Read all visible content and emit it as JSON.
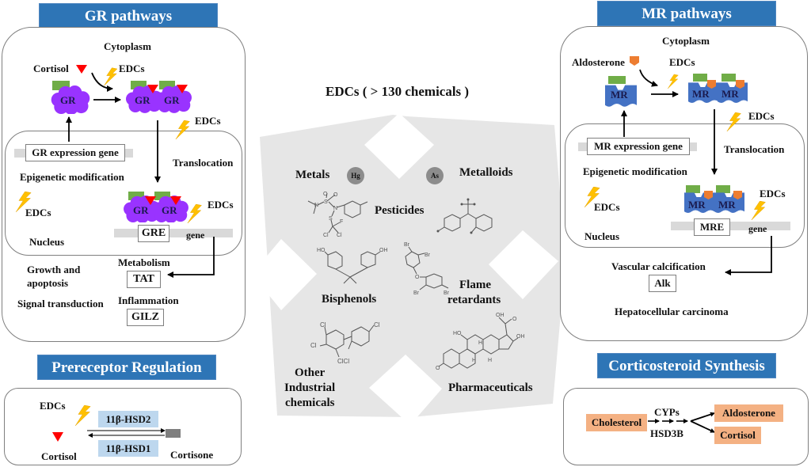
{
  "colors": {
    "banner_blue": "#2e75b6",
    "gr_purple": "#9933ff",
    "mr_blue": "#4472c4",
    "cofactor_green": "#70ad47",
    "cortisol_red": "#ff0000",
    "aldosterone_orange": "#ed7d31",
    "edc_bolt_yellow": "#ffc000",
    "enzyme_blue": "#bdd7ee",
    "product_orange": "#f4b183",
    "center_gray": "#e6e6e6"
  },
  "gr_panel": {
    "title": "GR pathways",
    "cytoplasm": "Cytoplasm",
    "cortisol": "Cortisol",
    "edcs_top": "EDCs",
    "gr_label": "GR",
    "edcs_translocation": "EDCs",
    "expression_gene": "GR expression gene",
    "translocation": "Translocation",
    "epigenetic": "Epigenetic modification",
    "edcs_nucleus": "EDCs",
    "edcs_gene": "EDCs",
    "nucleus": "Nucleus",
    "response_element": "GRE",
    "gene": "gene",
    "growth_line1": "Growth and",
    "growth_line2": "apoptosis",
    "signal": "Signal transduction",
    "metabolism": "Metabolism",
    "tat": "TAT",
    "inflammation": "Inflammation",
    "gilz": "GILZ"
  },
  "prereceptor_panel": {
    "title": "Prereceptor Regulation",
    "edcs": "EDCs",
    "enzyme_forward": "11β-HSD2",
    "enzyme_reverse": "11β-HSD1",
    "cortisol": "Cortisol",
    "cortisone": "Cortisone"
  },
  "center": {
    "title": "EDCs ( > 130 chemicals )",
    "categories": {
      "metals": "Metals",
      "metals_element": "Hg",
      "metalloids": "Metalloids",
      "metalloids_element": "As",
      "pesticides": "Pesticides",
      "bisphenols": "Bisphenols",
      "flame_line1": "Flame",
      "flame_line2": "retardants",
      "other_line1": "Other",
      "other_line2": "Industrial",
      "other_line3": "chemicals",
      "pharmaceuticals": "Pharmaceuticals"
    },
    "atoms": {
      "pest_o1": "O",
      "pest_o2": "O",
      "pest_s": "S",
      "pest_n1": "N",
      "pest_n2": "N",
      "pest_s2": "S",
      "pest_f": "F",
      "pest_cl1": "Cl",
      "pest_cl2": "Cl",
      "bpa_ho": "HO",
      "bpa_oh": "OH",
      "fr_br1": "Br",
      "fr_br2": "Br",
      "fr_o": "O",
      "fr_br3": "Br",
      "fr_br4": "Br",
      "pcb_cl1": "Cl",
      "pcb_cl2": "Cl",
      "pcb_cl3": "Cl",
      "pcb_clcl": "ClCl",
      "st_oh1": "OH",
      "st_o1": "O",
      "st_ho": "HO",
      "st_oh2": "OH",
      "st_h1": "H",
      "st_h2": "H",
      "st_h3": "H",
      "st_o2": "O"
    }
  },
  "mr_panel": {
    "title": "MR pathways",
    "cytoplasm": "Cytoplasm",
    "aldosterone": "Aldosterone",
    "edcs_top": "EDCs",
    "mr_label": "MR",
    "edcs_translocation": "EDCs",
    "expression_gene": "MR expression gene",
    "translocation": "Translocation",
    "epigenetic": "Epigenetic modification",
    "edcs_nucleus": "EDCs",
    "edcs_gene": "EDCs",
    "nucleus": "Nucleus",
    "response_element": "MRE",
    "gene": "gene",
    "vascular": "Vascular calcification",
    "alk": "Alk",
    "hepatocellular": "Hepatocellular carcinoma"
  },
  "synthesis_panel": {
    "title": "Corticosteroid Synthesis",
    "cholesterol": "Cholesterol",
    "cyps": "CYPs",
    "hsd3b": "HSD3B",
    "aldosterone": "Aldosterone",
    "cortisol": "Cortisol"
  }
}
